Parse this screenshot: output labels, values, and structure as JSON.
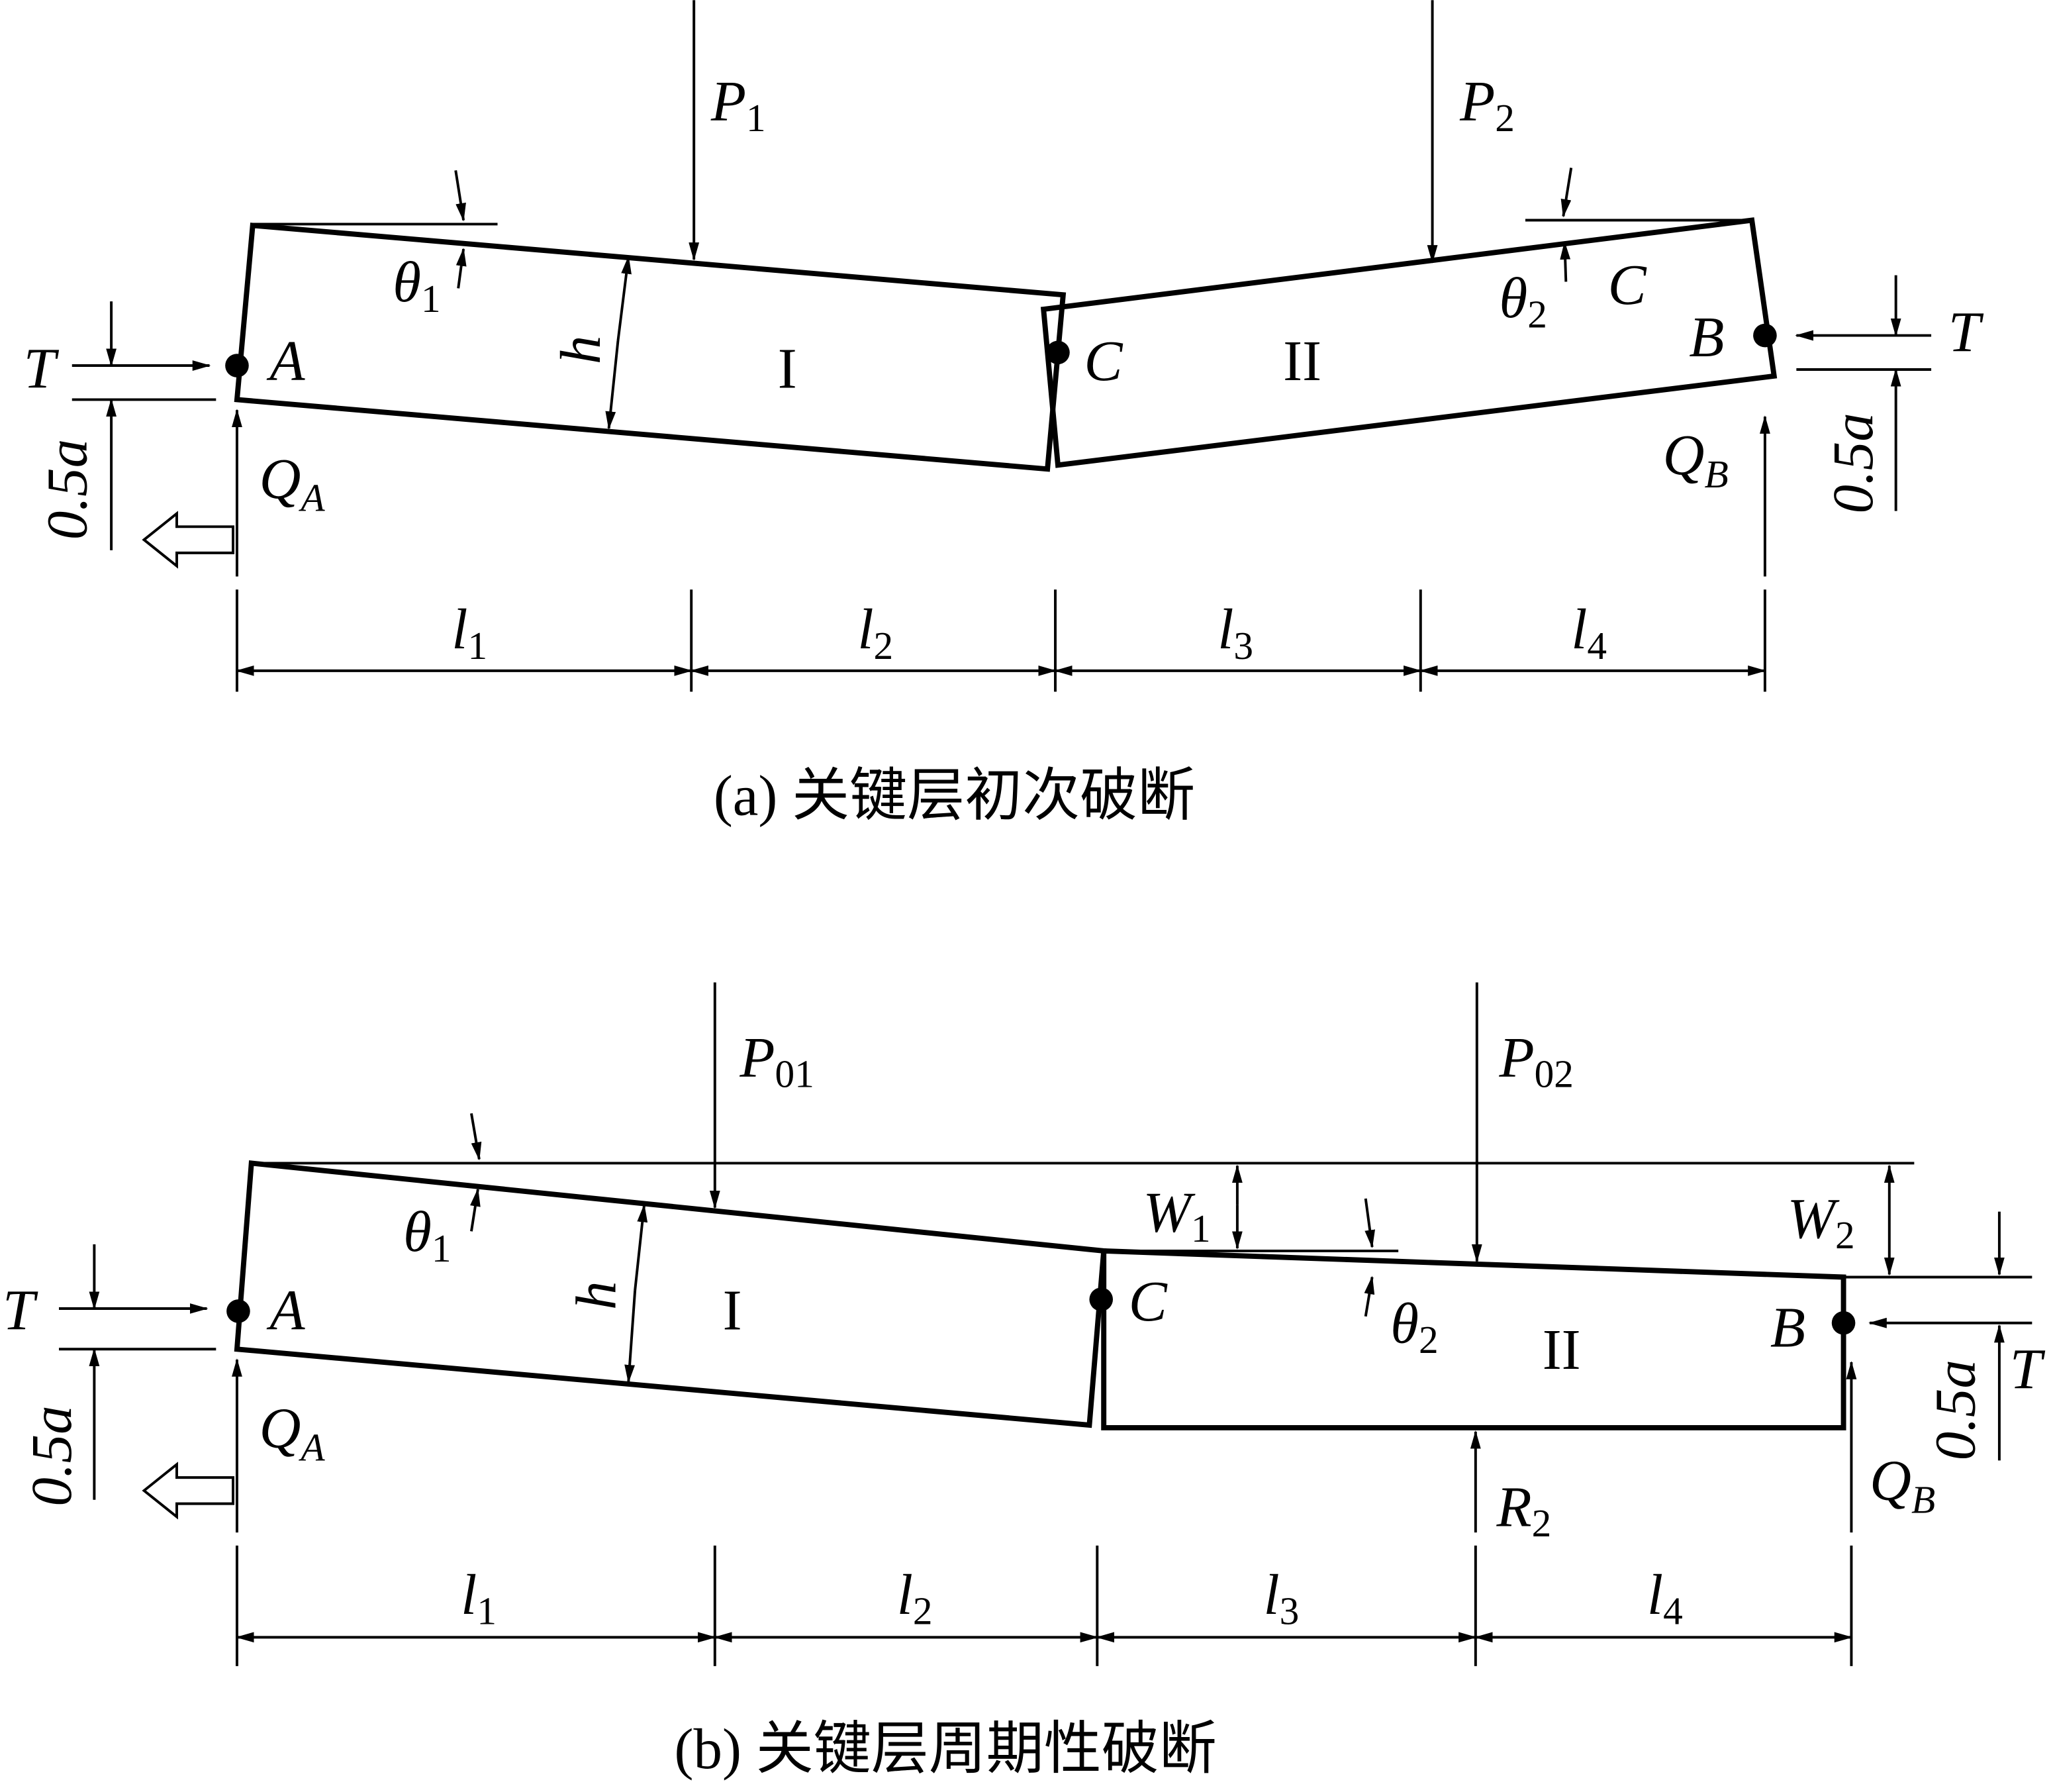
{
  "panel_a": {
    "caption": "(a)  关键层初次破断",
    "P1": {
      "main": "P",
      "sub": "1"
    },
    "P2": {
      "main": "P",
      "sub": "2"
    },
    "theta1": {
      "main": "θ",
      "sub": "1"
    },
    "theta2": {
      "main": "θ",
      "sub": "2"
    },
    "h": "h",
    "block1": "I",
    "block2": "II",
    "A": "A",
    "B": "B",
    "C1": "C",
    "C2": "C",
    "T_left": "T",
    "T_right": "T",
    "half_a_left": "0.5a",
    "half_a_right": "0.5a",
    "QA": {
      "main": "Q",
      "sub": "A"
    },
    "QB": {
      "main": "Q",
      "sub": "B"
    },
    "l1": {
      "main": "l",
      "sub": "1"
    },
    "l2": {
      "main": "l",
      "sub": "2"
    },
    "l3": {
      "main": "l",
      "sub": "3"
    },
    "l4": {
      "main": "l",
      "sub": "4"
    }
  },
  "panel_b": {
    "caption": "(b)  关键层周期性破断",
    "P01": {
      "main": "P",
      "sub": "01"
    },
    "P02": {
      "main": "P",
      "sub": "02"
    },
    "theta1": {
      "main": "θ",
      "sub": "1"
    },
    "theta2": {
      "main": "θ",
      "sub": "2"
    },
    "W1": {
      "main": "W",
      "sub": "1"
    },
    "W2": {
      "main": "W",
      "sub": "2"
    },
    "h": "h",
    "block1": "I",
    "block2": "II",
    "A": "A",
    "B": "B",
    "C": "C",
    "T_left": "T",
    "T_right": "T",
    "half_a_left": "0.5a",
    "half_a_right": "0.5a",
    "QA": {
      "main": "Q",
      "sub": "A"
    },
    "QB": {
      "main": "Q",
      "sub": "B"
    },
    "R2": {
      "main": "R",
      "sub": "2"
    },
    "l1": {
      "main": "l",
      "sub": "1"
    },
    "l2": {
      "main": "l",
      "sub": "2"
    },
    "l3": {
      "main": "l",
      "sub": "3"
    },
    "l4": {
      "main": "l",
      "sub": "4"
    }
  }
}
